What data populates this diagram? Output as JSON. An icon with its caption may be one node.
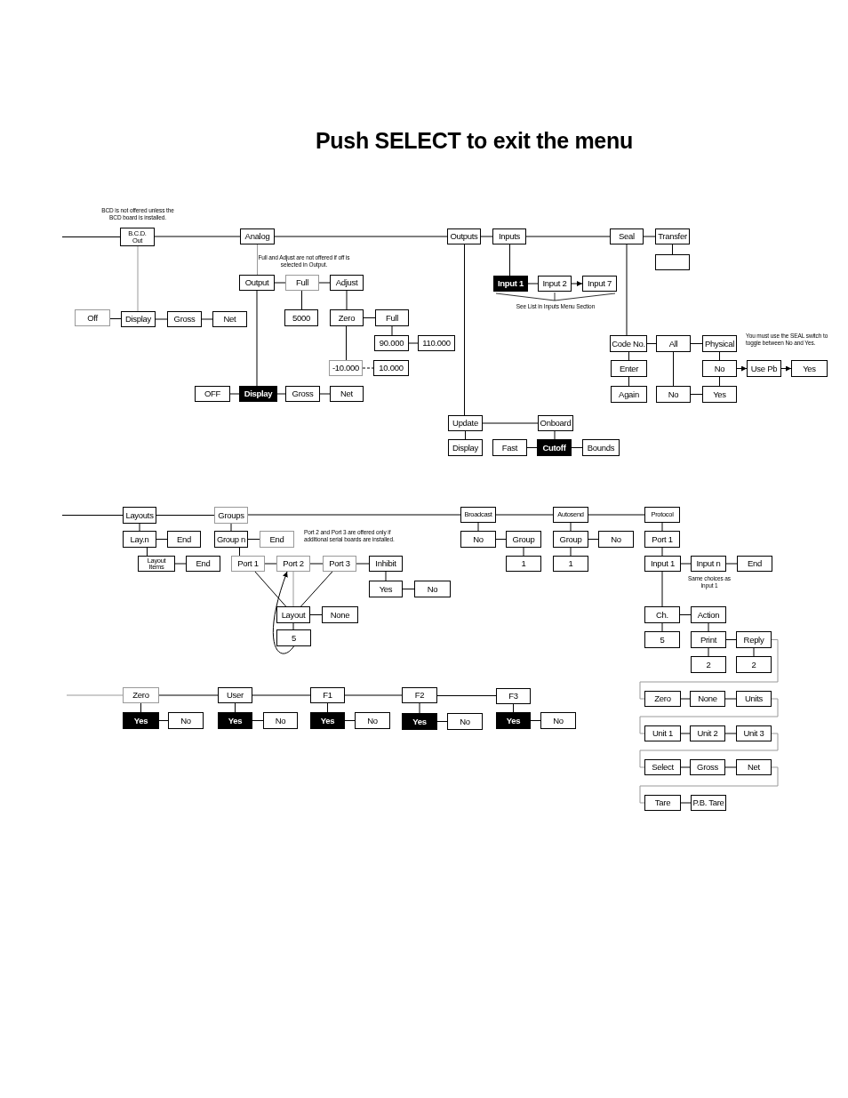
{
  "diagram": {
    "title": "Push SELECT to exit the menu",
    "nodes": [
      {
        "text": [
          "B.C.D. Out"
        ]
      },
      {
        "text": [
          "Analog"
        ]
      },
      {
        "text": [
          "Outputs"
        ]
      },
      {
        "text": [
          "Inputs"
        ]
      },
      {
        "text": [
          "Seal"
        ]
      },
      {
        "text": [
          "Transfer"
        ]
      },
      {
        "text": [],
        "shape": "box"
      },
      {
        "text": [
          "Off"
        ]
      },
      {
        "text": [
          "Display"
        ]
      },
      {
        "text": [
          "Gross"
        ]
      },
      {
        "text": [
          "Net"
        ]
      },
      {
        "text": [
          "Output"
        ]
      },
      {
        "text": [
          "Full"
        ]
      },
      {
        "text": [
          "Adjust"
        ]
      },
      {
        "text": [
          "5000"
        ]
      },
      {
        "text": [
          "Zero"
        ]
      },
      {
        "text": [
          "Full"
        ]
      },
      {
        "text": [
          "90.000"
        ]
      },
      {
        "text": [
          "110.000"
        ]
      },
      {
        "text": [
          "-10.000"
        ]
      },
      {
        "text": [
          "10.000"
        ]
      },
      {
        "text": [
          "OFF"
        ]
      },
      {
        "text": [
          "Display"
        ]
      },
      {
        "text": [
          "Gross"
        ]
      },
      {
        "text": [
          "Net"
        ]
      },
      {
        "text": [
          "Update"
        ]
      },
      {
        "text": [
          "Onboard"
        ]
      },
      {
        "text": [
          "Display"
        ]
      },
      {
        "text": [
          "Fast"
        ]
      },
      {
        "text": [
          "Cutoff"
        ]
      },
      {
        "text": [
          "Bounds"
        ]
      },
      {
        "text": [
          "Input 1"
        ]
      },
      {
        "text": [
          "Input 2"
        ]
      },
      {
        "text": [
          "Input 7"
        ]
      },
      {
        "text": [
          "Code No."
        ]
      },
      {
        "text": [
          "All"
        ]
      },
      {
        "text": [
          "Physical"
        ]
      },
      {
        "text": [
          "Enter"
        ]
      },
      {
        "text": [
          "Again"
        ]
      },
      {
        "text": [
          "No"
        ]
      },
      {
        "text": [
          "Use Pb"
        ]
      },
      {
        "text": [
          "Yes"
        ]
      },
      {
        "text": [
          "No"
        ]
      },
      {
        "text": [
          "Yes"
        ]
      },
      {
        "text": [
          "Layouts"
        ]
      },
      {
        "text": [
          "Groups"
        ]
      },
      {
        "text": [
          "Broadcast"
        ]
      },
      {
        "text": [
          "Autosend"
        ]
      },
      {
        "text": [
          "Protocol"
        ]
      },
      {
        "text": [
          "Lay.n"
        ]
      },
      {
        "text": [
          "End"
        ]
      },
      {
        "text": [
          "Layout Items"
        ]
      },
      {
        "text": [
          "End"
        ]
      },
      {
        "text": [
          "Group n"
        ]
      },
      {
        "text": [
          "End"
        ]
      },
      {
        "text": [
          "Port 1"
        ]
      },
      {
        "text": [
          "Port 2"
        ]
      },
      {
        "text": [
          "Port 3"
        ]
      },
      {
        "text": [
          "Inhibit"
        ]
      },
      {
        "text": [
          "Yes"
        ]
      },
      {
        "text": [
          "No"
        ]
      },
      {
        "text": [
          "Layout"
        ]
      },
      {
        "text": [
          "None"
        ]
      },
      {
        "text": [
          "5"
        ]
      },
      {
        "text": [
          "No"
        ]
      },
      {
        "text": [
          "Group"
        ]
      },
      {
        "text": [
          "1"
        ]
      },
      {
        "text": [
          "Group"
        ]
      },
      {
        "text": [
          "No"
        ]
      },
      {
        "text": [
          "1"
        ]
      },
      {
        "text": [
          "Port 1"
        ]
      },
      {
        "text": [
          "Input 1"
        ]
      },
      {
        "text": [
          "Input n"
        ]
      },
      {
        "text": [
          "End"
        ]
      },
      {
        "text": [
          "Ch."
        ]
      },
      {
        "text": [
          "Action"
        ]
      },
      {
        "text": [
          "5"
        ]
      },
      {
        "text": [
          "Print"
        ]
      },
      {
        "text": [
          "Reply"
        ]
      },
      {
        "text": [
          "2"
        ]
      },
      {
        "text": [
          "2"
        ]
      },
      {
        "text": [
          "Zero"
        ]
      },
      {
        "text": [
          "None"
        ]
      },
      {
        "text": [
          "Units"
        ]
      },
      {
        "text": [
          "Unit 1"
        ]
      },
      {
        "text": [
          "Unit 2"
        ]
      },
      {
        "text": [
          "Unit 3"
        ]
      },
      {
        "text": [
          "Select"
        ]
      },
      {
        "text": [
          "Gross"
        ]
      },
      {
        "text": [
          "Net"
        ]
      },
      {
        "text": [
          "Tare"
        ]
      },
      {
        "text": [
          "P.B. Tare"
        ]
      },
      {
        "text": [
          "Zero"
        ]
      },
      {
        "text": [
          "User"
        ]
      },
      {
        "text": [
          "F1"
        ]
      },
      {
        "text": [
          "F2"
        ]
      },
      {
        "text": [
          "F3"
        ]
      },
      {
        "text": [
          "Yes"
        ]
      },
      {
        "text": [
          "No"
        ]
      },
      {
        "text": [
          "Yes"
        ]
      },
      {
        "text": [
          "No"
        ]
      },
      {
        "text": [
          "Yes"
        ]
      },
      {
        "text": [
          "No"
        ]
      },
      {
        "text": [
          "Yes"
        ]
      },
      {
        "text": [
          "No"
        ]
      },
      {
        "text": [
          "Yes"
        ]
      },
      {
        "text": [
          "No"
        ]
      }
    ],
    "edges": [
      {
        "from": null,
        "to": 0,
        "arrow": "none"
      },
      {
        "from": 0,
        "to": 1,
        "arrow": "none"
      },
      {
        "from": 1,
        "to": 2,
        "arrow": "none"
      },
      {
        "from": 2,
        "to": 3,
        "arrow": "none"
      },
      {
        "from": 3,
        "to": 4,
        "arrow": "none"
      },
      {
        "from": 4,
        "to": 5,
        "arrow": "none"
      },
      {
        "from": 5,
        "to": 6,
        "arrow": "none"
      },
      {
        "from": 0,
        "to": 8,
        "arrow": "none",
        "color": "#999999"
      },
      {
        "from": 7,
        "to": 8,
        "arrow": "none"
      },
      {
        "from": 8,
        "to": 9,
        "arrow": "none"
      },
      {
        "from": 9,
        "to": 10,
        "arrow": "none"
      },
      {
        "from": 1,
        "to": 11,
        "arrow": "none",
        "color": "#999999"
      },
      {
        "from": 11,
        "to": 12,
        "arrow": "none"
      },
      {
        "from": 12,
        "to": 13,
        "arrow": "none"
      },
      {
        "from": 12,
        "to": 14,
        "arrow": "none"
      },
      {
        "from": 13,
        "to": 15,
        "arrow": "none"
      },
      {
        "from": 15,
        "to": 16,
        "arrow": "none"
      },
      {
        "from": 16,
        "to": 17,
        "arrow": "none"
      },
      {
        "from": 17,
        "to": 18,
        "arrow": "none"
      },
      {
        "from": 15,
        "to": 19,
        "arrow": "none"
      },
      {
        "from": 19,
        "to": 20,
        "arrow": "none",
        "style": "dashed"
      },
      {
        "from": 11,
        "to": 22,
        "arrow": "none"
      },
      {
        "from": 21,
        "to": 22,
        "arrow": "none"
      },
      {
        "from": 22,
        "to": 23,
        "arrow": "none"
      },
      {
        "from": 23,
        "to": 24,
        "arrow": "none"
      },
      {
        "from": 2,
        "to": 25,
        "arrow": "none"
      },
      {
        "from": 25,
        "to": 26,
        "arrow": "none"
      },
      {
        "from": 25,
        "to": 27,
        "arrow": "none"
      },
      {
        "from": 26,
        "to": 29,
        "arrow": "none"
      },
      {
        "from": 28,
        "to": 29,
        "arrow": "none"
      },
      {
        "from": 29,
        "to": 30,
        "arrow": "none"
      },
      {
        "from": 3,
        "to": 31,
        "arrow": "none"
      },
      {
        "from": 31,
        "to": 32,
        "arrow": "none"
      },
      {
        "from": 32,
        "to": 33,
        "arrow": "to"
      },
      {
        "from": 4,
        "to": 34,
        "arrow": "none"
      },
      {
        "from": 34,
        "to": 35,
        "arrow": "none"
      },
      {
        "from": 35,
        "to": 36,
        "arrow": "none"
      },
      {
        "from": 34,
        "to": 37,
        "arrow": "none"
      },
      {
        "from": 37,
        "to": 38,
        "arrow": "none"
      },
      {
        "from": 36,
        "to": 39,
        "arrow": "none"
      },
      {
        "from": 39,
        "to": 40,
        "arrow": "to"
      },
      {
        "from": 40,
        "to": 41,
        "arrow": "to"
      },
      {
        "from": 35,
        "to": 42,
        "arrow": "none"
      },
      {
        "from": 39,
        "to": 43,
        "arrow": "none"
      },
      {
        "from": 42,
        "to": 43,
        "arrow": "none"
      },
      {
        "from": null,
        "to": 44,
        "arrow": "none"
      },
      {
        "from": 44,
        "to": 45,
        "arrow": "none"
      },
      {
        "from": 45,
        "to": 46,
        "arrow": "none"
      },
      {
        "from": 46,
        "to": 47,
        "arrow": "none"
      },
      {
        "from": 47,
        "to": 48,
        "arrow": "none"
      },
      {
        "from": 44,
        "to": 49,
        "arrow": "none"
      },
      {
        "from": 49,
        "to": 50,
        "arrow": "none"
      },
      {
        "from": 49,
        "to": 51,
        "arrow": "none"
      },
      {
        "from": 51,
        "to": 52,
        "arrow": "none"
      },
      {
        "from": 45,
        "to": 53,
        "arrow": "none"
      },
      {
        "from": 53,
        "to": 54,
        "arrow": "none"
      },
      {
        "from": 53,
        "to": 55,
        "arrow": "none"
      },
      {
        "from": 55,
        "to": 56,
        "arrow": "none"
      },
      {
        "from": 56,
        "to": 57,
        "arrow": "none"
      },
      {
        "from": 57,
        "to": 58,
        "arrow": "none"
      },
      {
        "from": 58,
        "to": 59,
        "arrow": "none"
      },
      {
        "from": 59,
        "to": 60,
        "arrow": "none"
      },
      {
        "from": 55,
        "to": 61,
        "arrow": "none"
      },
      {
        "from": 56,
        "to": 61,
        "arrow": "none",
        "color": "#999999"
      },
      {
        "from": 57,
        "to": 61,
        "arrow": "none"
      },
      {
        "from": 61,
        "to": 62,
        "arrow": "none"
      },
      {
        "from": 61,
        "to": 63,
        "arrow": "none"
      },
      {
        "from": 63,
        "to": 56,
        "arrow": "to"
      },
      {
        "from": 46,
        "to": 64,
        "arrow": "none"
      },
      {
        "from": 64,
        "to": 65,
        "arrow": "none"
      },
      {
        "from": 65,
        "to": 66,
        "arrow": "none"
      },
      {
        "from": 47,
        "to": 67,
        "arrow": "none"
      },
      {
        "from": 67,
        "to": 68,
        "arrow": "none"
      },
      {
        "from": 67,
        "to": 69,
        "arrow": "none"
      },
      {
        "from": 48,
        "to": 70,
        "arrow": "none"
      },
      {
        "from": 70,
        "to": 71,
        "arrow": "none"
      },
      {
        "from": 71,
        "to": 72,
        "arrow": "none"
      },
      {
        "from": 72,
        "to": 73,
        "arrow": "none"
      },
      {
        "from": 71,
        "to": 74,
        "arrow": "none"
      },
      {
        "from": 74,
        "to": 75,
        "arrow": "none"
      },
      {
        "from": 74,
        "to": 76,
        "arrow": "none"
      },
      {
        "from": 75,
        "to": 77,
        "arrow": "none"
      },
      {
        "from": 77,
        "to": 78,
        "arrow": "none"
      },
      {
        "from": 77,
        "to": 79,
        "arrow": "none"
      },
      {
        "from": 78,
        "to": 80,
        "arrow": "none"
      },
      {
        "from": 78,
        "to": 81,
        "arrow": "none",
        "color": "#999999"
      },
      {
        "from": 81,
        "to": 82,
        "arrow": "none"
      },
      {
        "from": 82,
        "to": 83,
        "arrow": "none"
      },
      {
        "from": 83,
        "to": 84,
        "arrow": "none",
        "color": "#999999"
      },
      {
        "from": 84,
        "to": 85,
        "arrow": "none"
      },
      {
        "from": 85,
        "to": 86,
        "arrow": "none"
      },
      {
        "from": 86,
        "to": 87,
        "arrow": "none",
        "color": "#999999"
      },
      {
        "from": 87,
        "to": 88,
        "arrow": "none"
      },
      {
        "from": 88,
        "to": 89,
        "arrow": "none"
      },
      {
        "from": 89,
        "to": 90,
        "arrow": "none",
        "color": "#999999"
      },
      {
        "from": 90,
        "to": 91,
        "arrow": "none"
      },
      {
        "from": null,
        "to": 92,
        "arrow": "none",
        "color": "#999999"
      },
      {
        "from": 92,
        "to": 93,
        "arrow": "none"
      },
      {
        "from": 93,
        "to": 94,
        "arrow": "none"
      },
      {
        "from": 94,
        "to": 95,
        "arrow": "none"
      },
      {
        "from": 95,
        "to": 96,
        "arrow": "none"
      },
      {
        "from": 92,
        "to": 97,
        "arrow": "none"
      },
      {
        "from": 97,
        "to": 98,
        "arrow": "none"
      },
      {
        "from": 93,
        "to": 99,
        "arrow": "none"
      },
      {
        "from": 99,
        "to": 100,
        "arrow": "none"
      },
      {
        "from": 94,
        "to": 101,
        "arrow": "none"
      },
      {
        "from": 101,
        "to": 102,
        "arrow": "none"
      },
      {
        "from": 95,
        "to": 103,
        "arrow": "none"
      },
      {
        "from": 103,
        "to": 104,
        "arrow": "none"
      },
      {
        "from": 96,
        "to": 105,
        "arrow": "none"
      },
      {
        "from": 105,
        "to": 106,
        "arrow": "none"
      }
    ],
    "labels": [
      "BCD is not offered unless the BCD board is installed.",
      "Full and Adjust are not offered if off is selected in Output.",
      "See List in Inputs Menu Section",
      "You must use the SEAL switch to toggle between No and Yes.",
      "Port 2 and Port 3 are offered only if additional serial boards are installed.",
      "Same choices as Input 1"
    ]
  }
}
